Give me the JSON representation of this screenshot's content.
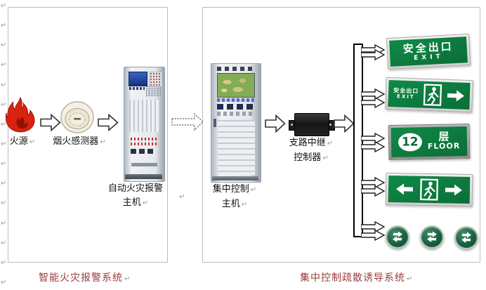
{
  "meta": {
    "return_mark": "↵"
  },
  "colors": {
    "sign_green": "#0a7a3c",
    "system_label_red": "#9a3b3b",
    "relay_black": "#1e1e1e",
    "screen_blue": "#1d3f96",
    "map_green": "#82ad54",
    "flame_red": "#d9230f",
    "box_border_gray": "#bdbdbd"
  },
  "left_system": {
    "fire_source_label": "火源",
    "detector_label": "烟火感测器",
    "alarm_host_label_line1": "自动火灾报警",
    "alarm_host_label_line2": "主机",
    "system_label": "智能火灾报警系统"
  },
  "right_system": {
    "control_host_label_line1": "集中控制",
    "control_host_label_line2": "主机",
    "relay_label_line1": "支路中继",
    "relay_label_line2": "控制器",
    "system_label": "集中控制疏散诱导系统"
  },
  "signs": {
    "exit_sign_text": {
      "main": "安全出口",
      "sub": "EXIT"
    },
    "exit_sign_run": {
      "small_main": "安全出口",
      "small_sub": "EXIT"
    },
    "floor_sign": {
      "number": "12",
      "cn": "层",
      "en": "FLOOR"
    }
  }
}
